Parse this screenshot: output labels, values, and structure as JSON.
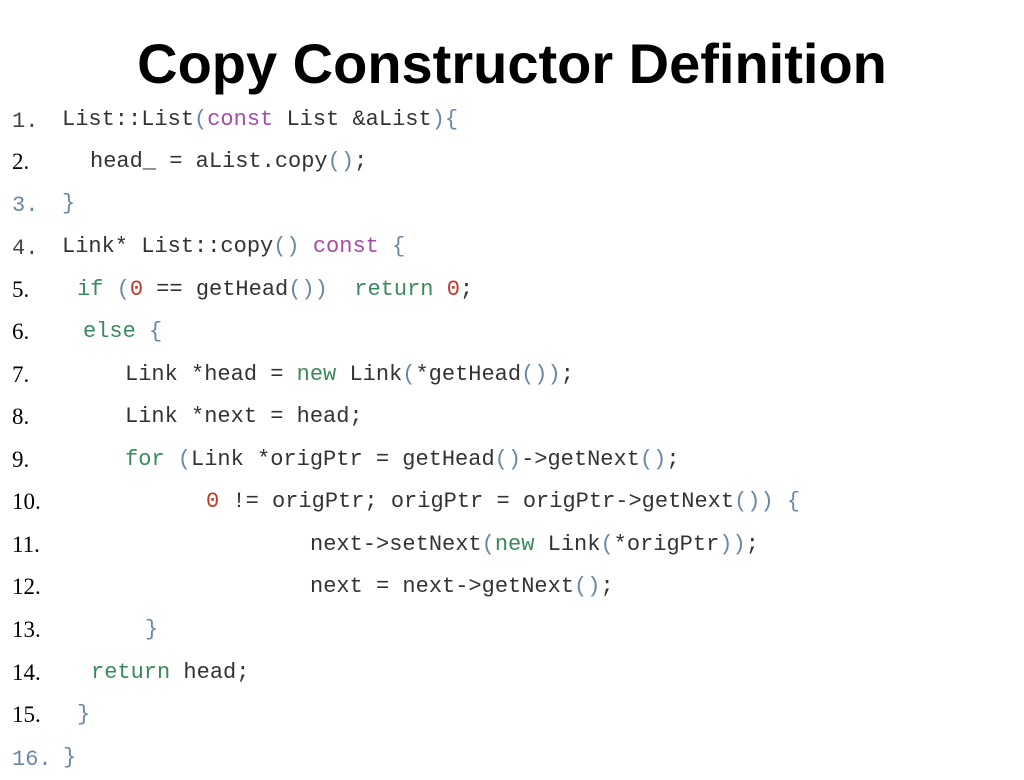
{
  "slide": {
    "title": "Copy Constructor Definition"
  },
  "colors": {
    "plain": "#333333",
    "keyword_green": "#3a8a5c",
    "keyword_purple": "#a44ca8",
    "punct_blue": "#6a87a6",
    "literal_red": "#c0392b"
  },
  "lines": [
    {
      "num": "1.",
      "tokens": [
        {
          "t": "List::List",
          "c": "t"
        },
        {
          "t": "(",
          "c": "b"
        },
        {
          "t": "const",
          "c": "p"
        },
        {
          "t": " List &aList",
          "c": "t"
        },
        {
          "t": "){",
          "c": "b"
        }
      ]
    },
    {
      "num": "2.",
      "tokens": [
        {
          "t": "head_ = aList.copy",
          "c": "t"
        },
        {
          "t": "()",
          "c": "b"
        },
        {
          "t": ";",
          "c": "t"
        }
      ]
    },
    {
      "num": "3.",
      "tokens": [
        {
          "t": "}",
          "c": "b"
        }
      ]
    },
    {
      "num": "4.",
      "tokens": [
        {
          "t": "Link* List::copy",
          "c": "t"
        },
        {
          "t": "()",
          "c": "b"
        },
        {
          "t": " ",
          "c": "t"
        },
        {
          "t": "const",
          "c": "p"
        },
        {
          "t": " {",
          "c": "b"
        }
      ]
    },
    {
      "num": "5.",
      "tokens": [
        {
          "t": "if",
          "c": "k"
        },
        {
          "t": " (",
          "c": "b"
        },
        {
          "t": "0",
          "c": "r"
        },
        {
          "t": " == getHead",
          "c": "t"
        },
        {
          "t": "())",
          "c": "b"
        },
        {
          "t": "  ",
          "c": "t"
        },
        {
          "t": "return",
          "c": "k"
        },
        {
          "t": " ",
          "c": "t"
        },
        {
          "t": "0",
          "c": "r"
        },
        {
          "t": ";",
          "c": "t"
        }
      ]
    },
    {
      "num": "6.",
      "tokens": [
        {
          "t": "else",
          "c": "k"
        },
        {
          "t": " {",
          "c": "b"
        }
      ]
    },
    {
      "num": "7.",
      "tokens": [
        {
          "t": "Link *head = ",
          "c": "t"
        },
        {
          "t": "new",
          "c": "k"
        },
        {
          "t": " Link",
          "c": "t"
        },
        {
          "t": "(",
          "c": "b"
        },
        {
          "t": "*getHead",
          "c": "t"
        },
        {
          "t": "())",
          "c": "b"
        },
        {
          "t": ";",
          "c": "t"
        }
      ]
    },
    {
      "num": "8.",
      "tokens": [
        {
          "t": "Link *next = head;",
          "c": "t"
        }
      ]
    },
    {
      "num": "9.",
      "tokens": [
        {
          "t": "for",
          "c": "k"
        },
        {
          "t": " (",
          "c": "b"
        },
        {
          "t": "Link *origPtr = getHead",
          "c": "t"
        },
        {
          "t": "()",
          "c": "b"
        },
        {
          "t": "->getNext",
          "c": "t"
        },
        {
          "t": "()",
          "c": "b"
        },
        {
          "t": ";",
          "c": "t"
        }
      ]
    },
    {
      "num": "10.",
      "tokens": [
        {
          "t": "0",
          "c": "r"
        },
        {
          "t": " != origPtr; origPtr = origPtr->getNext",
          "c": "t"
        },
        {
          "t": "())",
          "c": "b"
        },
        {
          "t": " {",
          "c": "b"
        }
      ]
    },
    {
      "num": "11.",
      "tokens": [
        {
          "t": "next->setNext",
          "c": "t"
        },
        {
          "t": "(",
          "c": "b"
        },
        {
          "t": "new",
          "c": "k"
        },
        {
          "t": " Link",
          "c": "t"
        },
        {
          "t": "(",
          "c": "b"
        },
        {
          "t": "*origPtr",
          "c": "t"
        },
        {
          "t": "))",
          "c": "b"
        },
        {
          "t": ";",
          "c": "t"
        }
      ]
    },
    {
      "num": "12.",
      "tokens": [
        {
          "t": "next = next->getNext",
          "c": "t"
        },
        {
          "t": "()",
          "c": "b"
        },
        {
          "t": ";",
          "c": "t"
        }
      ]
    },
    {
      "num": "13.",
      "tokens": [
        {
          "t": "}",
          "c": "b"
        }
      ]
    },
    {
      "num": "14.",
      "tokens": [
        {
          "t": "return",
          "c": "k"
        },
        {
          "t": " head;",
          "c": "t"
        }
      ]
    },
    {
      "num": "15.",
      "tokens": [
        {
          "t": "}",
          "c": "b"
        }
      ]
    },
    {
      "num": "16.",
      "tokens": [
        {
          "t": "}",
          "c": "b"
        }
      ]
    }
  ]
}
